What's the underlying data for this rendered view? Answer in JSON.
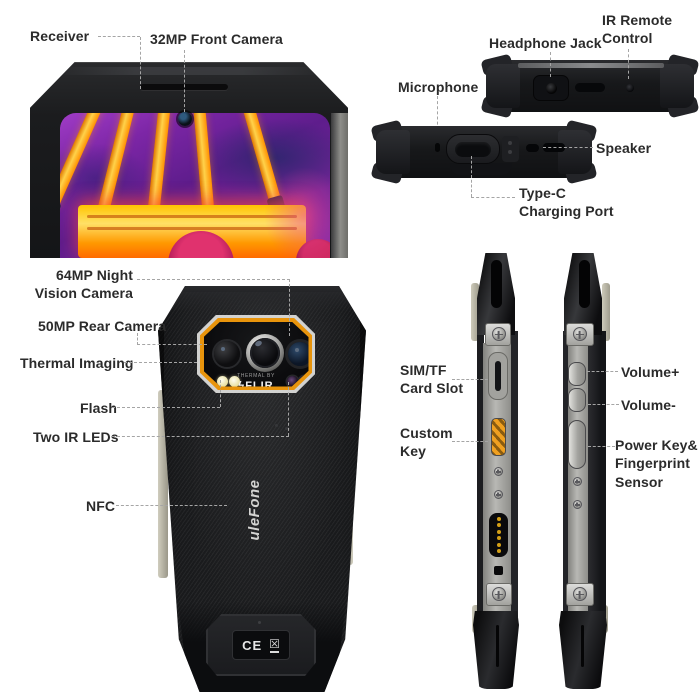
{
  "front_view": {
    "labels": {
      "receiver": "Receiver",
      "front_camera": "32MP Front Camera"
    }
  },
  "top_edge_view": {
    "labels": {
      "headphone_jack": "Headphone Jack",
      "ir_remote": [
        "IR Remote",
        "Control"
      ],
      "microphone": "Microphone"
    }
  },
  "bottom_edge_view": {
    "labels": {
      "speaker": "Speaker",
      "type_c": [
        "Type-C",
        "Charging Port"
      ]
    }
  },
  "back_view": {
    "labels": {
      "night_vision": [
        "64MP Night",
        "Vision Camera"
      ],
      "rear_camera": "50MP Rear Camera",
      "thermal_imaging": "Thermal Imaging",
      "flash": "Flash",
      "ir_leds": "Two IR LEDs",
      "nfc": "NFC"
    },
    "branding": {
      "logo": "uleFone",
      "thermal_by": "THERMAL BY",
      "flir_bolt": "ϟ",
      "flir": "FLIR",
      "ce": "CE",
      "weee": "☒"
    }
  },
  "side_views": {
    "labels": {
      "sim_slot": [
        "SIM/TF",
        "Card Slot"
      ],
      "custom_key": [
        "Custom",
        "Key"
      ],
      "volume_up": "Volume+",
      "volume_down": "Volume-",
      "power_key": [
        "Power Key&",
        "Fingerprint",
        "Sensor"
      ]
    }
  },
  "colors": {
    "accent_orange": "#E8940C",
    "label_text": "#2B2B2B",
    "leader_line": "#A5A5A5",
    "thermal_purple": "#6E2496",
    "thermal_orange": "#FFB400",
    "pogo_gold": "#D4A017"
  }
}
